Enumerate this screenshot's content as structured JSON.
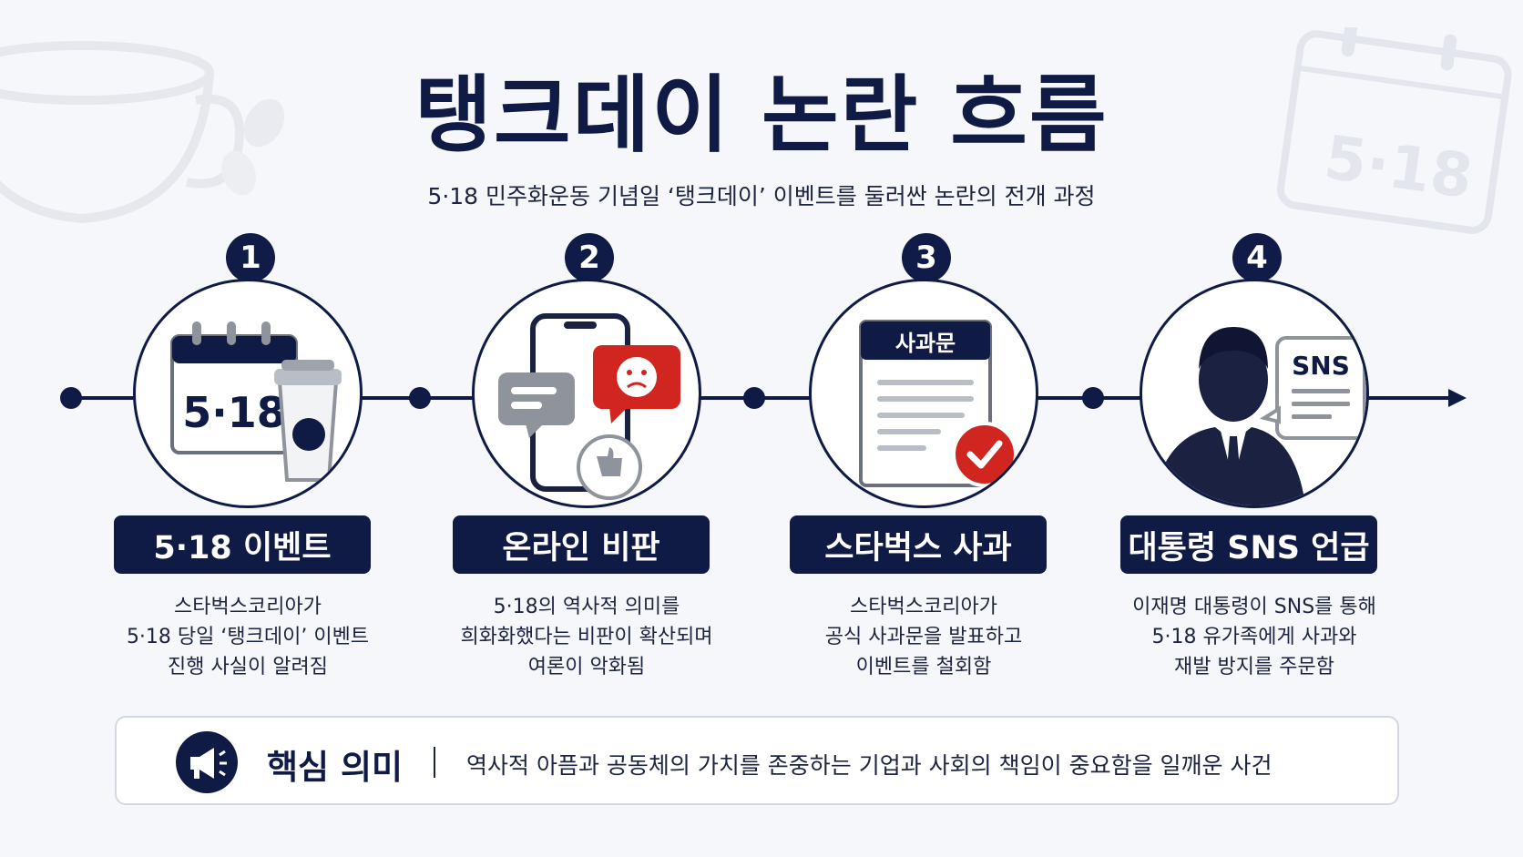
{
  "title": "탱크데이 논란 흐름",
  "subtitle": "5·18 민주화운동 기념일 ‘탱크데이’ 이벤트를 둘러싼 논란의 전개 과정",
  "steps": [
    {
      "number": "1",
      "label": "5·18 이벤트",
      "icon": "calendar-coffee-icon",
      "icon_text": "5·18",
      "desc": [
        "스타벅스코리아가",
        "5·18 당일 ‘탱크데이’ 이벤트",
        "진행 사실이 알려짐"
      ]
    },
    {
      "number": "2",
      "label": "온라인 비판",
      "icon": "phone-criticism-icon",
      "desc": [
        "5·18의 역사적 의미를",
        "희화화했다는 비판이 확산되며",
        "여론이 악화됨"
      ]
    },
    {
      "number": "3",
      "label": "스타벅스 사과",
      "icon": "apology-document-icon",
      "icon_text": "사과문",
      "desc": [
        "스타벅스코리아가",
        "공식 사과문을 발표하고",
        "이벤트를 철회함"
      ]
    },
    {
      "number": "4",
      "label": "대통령 SNS 언급",
      "icon": "president-sns-icon",
      "icon_text": "SNS",
      "desc": [
        "이재명 대통령이 SNS를 통해",
        "5·18 유가족에게 사과와",
        "재발 방지를 주문함"
      ]
    }
  ],
  "key_meaning": {
    "title": "핵심 의미",
    "text": "역사적 아픔과 공동체의 가치를 존중하는 기업과 사회의 책임이 중요함을 일깨운 사건"
  },
  "background": {
    "calendar_text": "5·18"
  },
  "colors": {
    "navy": "#0f1b45",
    "red": "#d0261f",
    "gray": "#8e939c",
    "background": "#f6f7fa"
  }
}
